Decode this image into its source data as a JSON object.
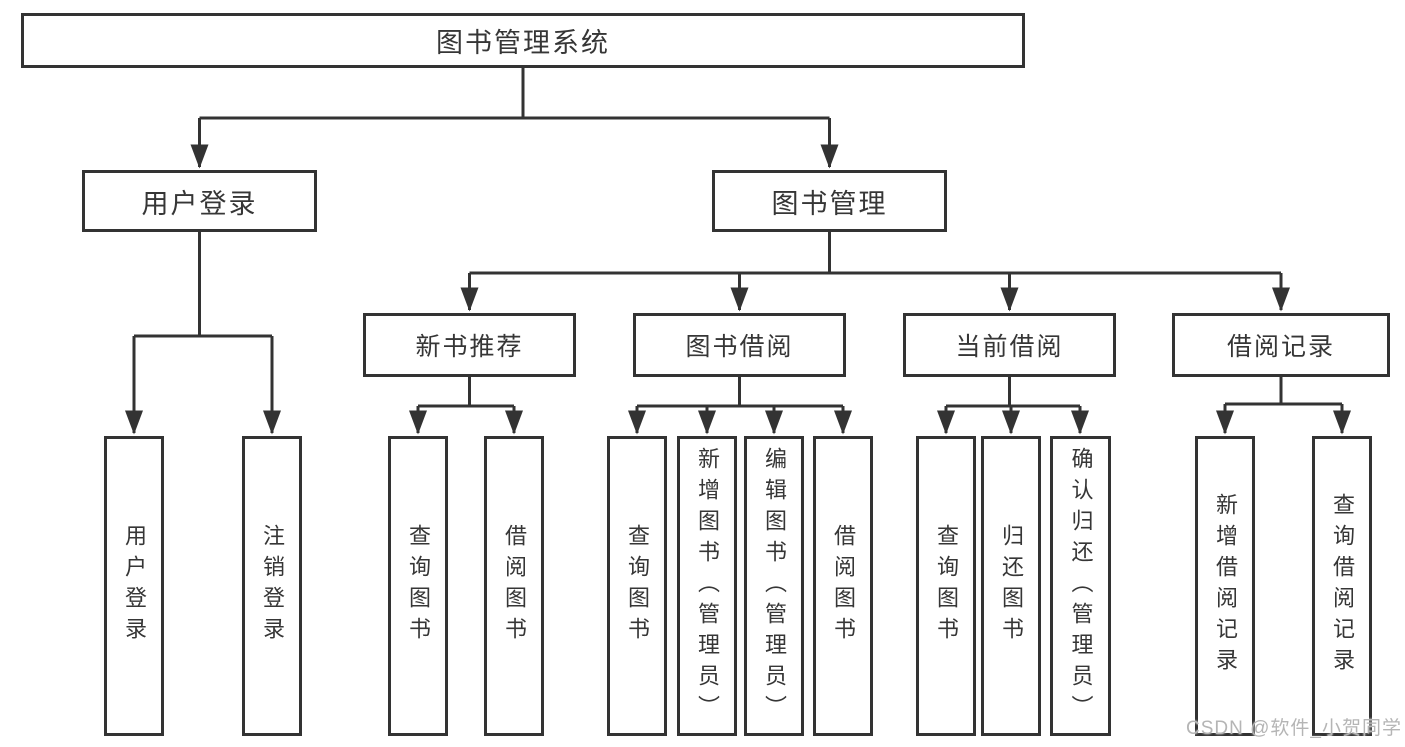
{
  "colors": {
    "line": "#333333",
    "text": "#363636",
    "box_bg": "#ffffff",
    "watermark": "#b5b5b5",
    "page_bg": "#ffffff"
  },
  "watermark": "CSDN @软件_小贺同学",
  "tree": {
    "label": "图书管理系统",
    "children": [
      {
        "label": "用户登录",
        "children": [
          {
            "label": "用户登录"
          },
          {
            "label": "注销登录"
          }
        ]
      },
      {
        "label": "图书管理",
        "children": [
          {
            "label": "新书推荐",
            "children": [
              {
                "label": "查询图书"
              },
              {
                "label": "借阅图书"
              }
            ]
          },
          {
            "label": "图书借阅",
            "children": [
              {
                "label": "查询图书"
              },
              {
                "label": "新增图书（管理员）"
              },
              {
                "label": "编辑图书（管理员）"
              },
              {
                "label": "借阅图书"
              }
            ]
          },
          {
            "label": "当前借阅",
            "children": [
              {
                "label": "查询图书"
              },
              {
                "label": "归还图书"
              },
              {
                "label": "确认归还（管理员）"
              }
            ]
          },
          {
            "label": "借阅记录",
            "children": [
              {
                "label": "新增借阅记录"
              },
              {
                "label": "查询借阅记录"
              }
            ]
          }
        ]
      }
    ]
  }
}
